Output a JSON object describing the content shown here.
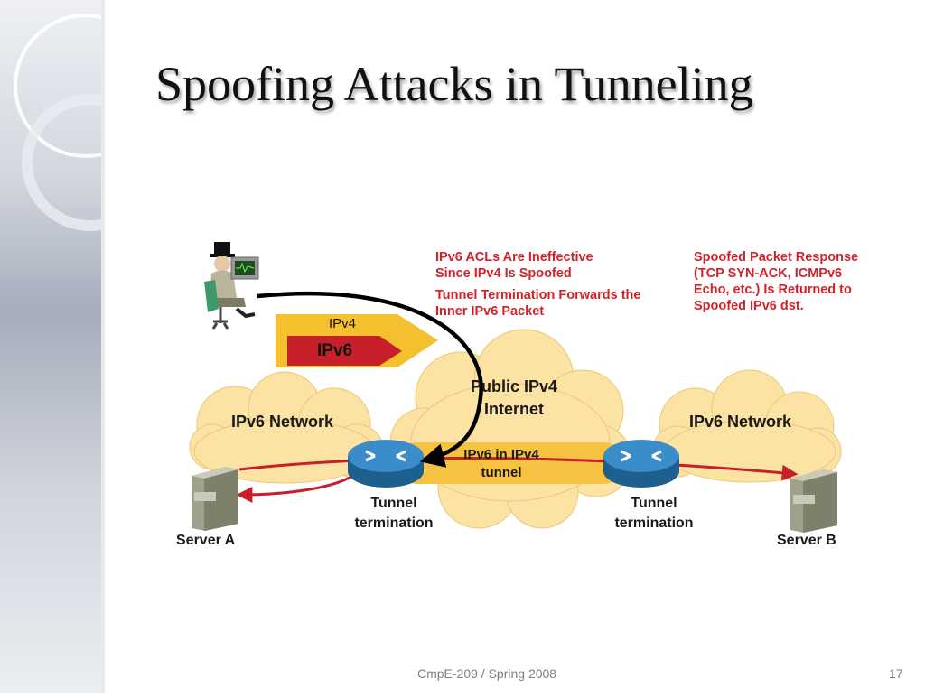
{
  "slide": {
    "title": "Spoofing Attacks in Tunneling",
    "footer": "CmpE-209 / Spring 2008",
    "page_number": "17"
  },
  "diagram": {
    "notes": {
      "acl_line1": "IPv6 ACLs Are Ineffective",
      "acl_line2": "Since IPv4 Is Spoofed",
      "forward_line1": "Tunnel Termination Forwards the",
      "forward_line2": "Inner IPv6 Packet",
      "response_line1": "Spoofed Packet Response",
      "response_line2": "(TCP SYN-ACK, ICMPv6",
      "response_line3": "Echo, etc.) Is Returned to",
      "response_line4": "Spoofed IPv6 dst."
    },
    "packet": {
      "outer": "IPv4",
      "inner": "IPv6"
    },
    "clouds": {
      "left": "IPv6 Network",
      "center_line1": "Public IPv4",
      "center_line2": "Internet",
      "right": "IPv6 Network"
    },
    "tunnel": {
      "line1": "IPv6 in IPv4",
      "line2": "tunnel"
    },
    "routers": {
      "left_line1": "Tunnel",
      "left_line2": "termination",
      "right_line1": "Tunnel",
      "right_line2": "termination"
    },
    "servers": {
      "left": "Server A",
      "right": "Server B"
    },
    "colors": {
      "note_red": "#d3222a",
      "cloud": "#fde3a3",
      "tunnel": "#f5c242",
      "router": "#3a8dc8",
      "packet_outer": "#f4c02e",
      "packet_inner": "#c8202a"
    }
  }
}
